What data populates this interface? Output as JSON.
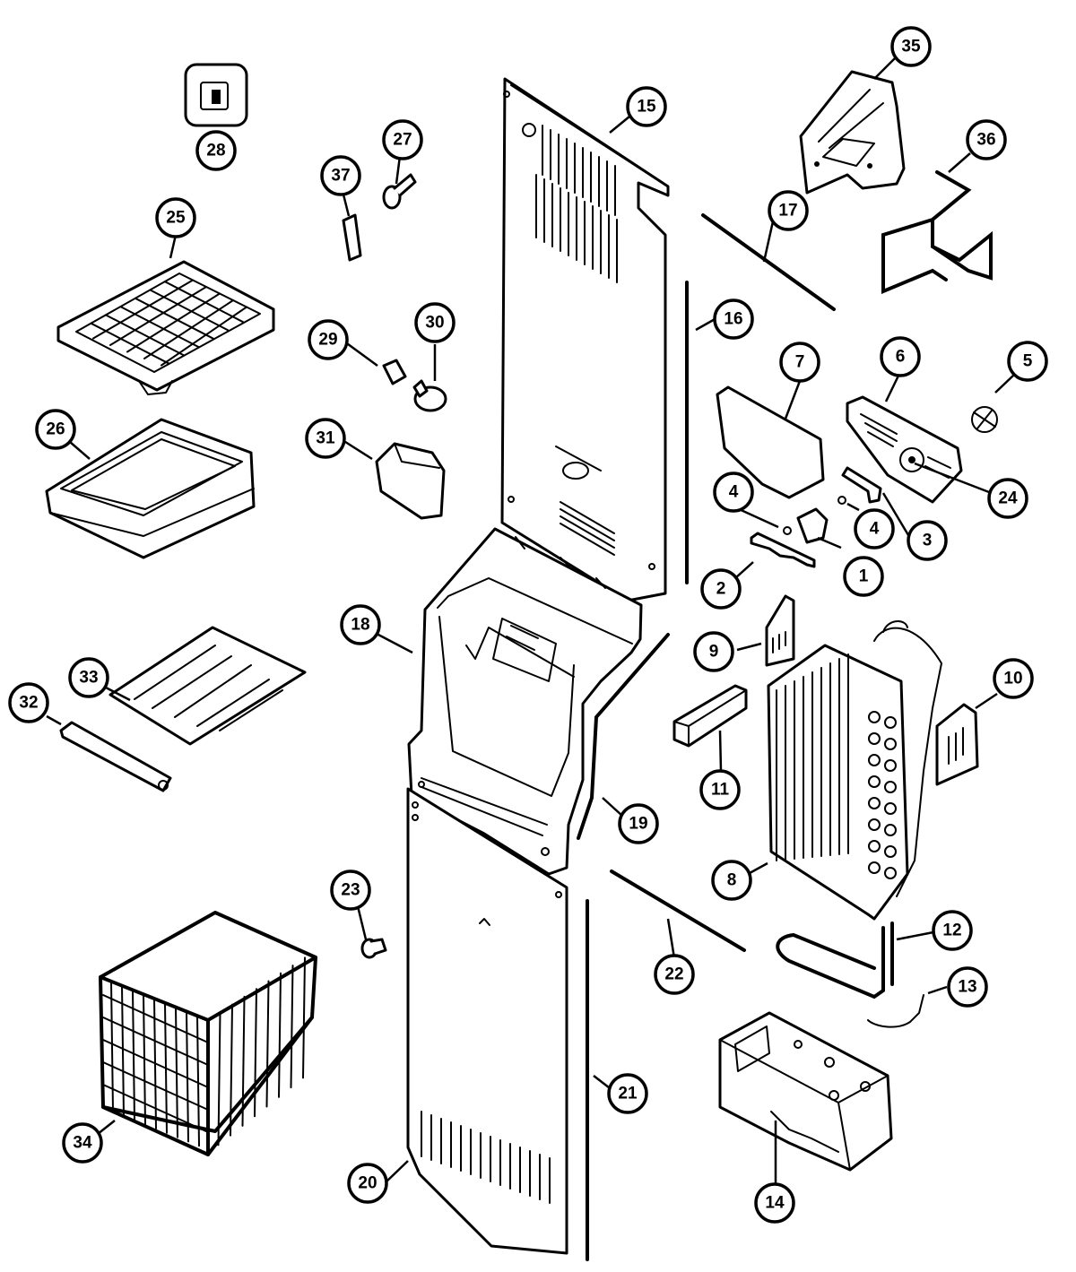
{
  "diagram": {
    "callouts": [
      {
        "id": "1",
        "label": "1"
      },
      {
        "id": "2",
        "label": "2"
      },
      {
        "id": "3",
        "label": "3"
      },
      {
        "id": "4a",
        "label": "4"
      },
      {
        "id": "4b",
        "label": "4"
      },
      {
        "id": "5",
        "label": "5"
      },
      {
        "id": "6",
        "label": "6"
      },
      {
        "id": "7",
        "label": "7"
      },
      {
        "id": "8",
        "label": "8"
      },
      {
        "id": "9",
        "label": "9"
      },
      {
        "id": "10",
        "label": "10"
      },
      {
        "id": "11",
        "label": "11"
      },
      {
        "id": "12",
        "label": "12"
      },
      {
        "id": "13",
        "label": "13"
      },
      {
        "id": "14",
        "label": "14"
      },
      {
        "id": "15",
        "label": "15"
      },
      {
        "id": "16",
        "label": "16"
      },
      {
        "id": "17",
        "label": "17"
      },
      {
        "id": "18",
        "label": "18"
      },
      {
        "id": "19",
        "label": "19"
      },
      {
        "id": "20",
        "label": "20"
      },
      {
        "id": "21",
        "label": "21"
      },
      {
        "id": "22",
        "label": "22"
      },
      {
        "id": "23",
        "label": "23"
      },
      {
        "id": "24",
        "label": "24"
      },
      {
        "id": "25",
        "label": "25"
      },
      {
        "id": "26",
        "label": "26"
      },
      {
        "id": "27",
        "label": "27"
      },
      {
        "id": "28",
        "label": "28"
      },
      {
        "id": "29",
        "label": "29"
      },
      {
        "id": "30",
        "label": "30"
      },
      {
        "id": "31",
        "label": "31"
      },
      {
        "id": "32",
        "label": "32"
      },
      {
        "id": "33",
        "label": "33"
      },
      {
        "id": "34",
        "label": "34"
      },
      {
        "id": "35",
        "label": "35"
      },
      {
        "id": "36",
        "label": "36"
      },
      {
        "id": "37",
        "label": "37"
      }
    ]
  }
}
